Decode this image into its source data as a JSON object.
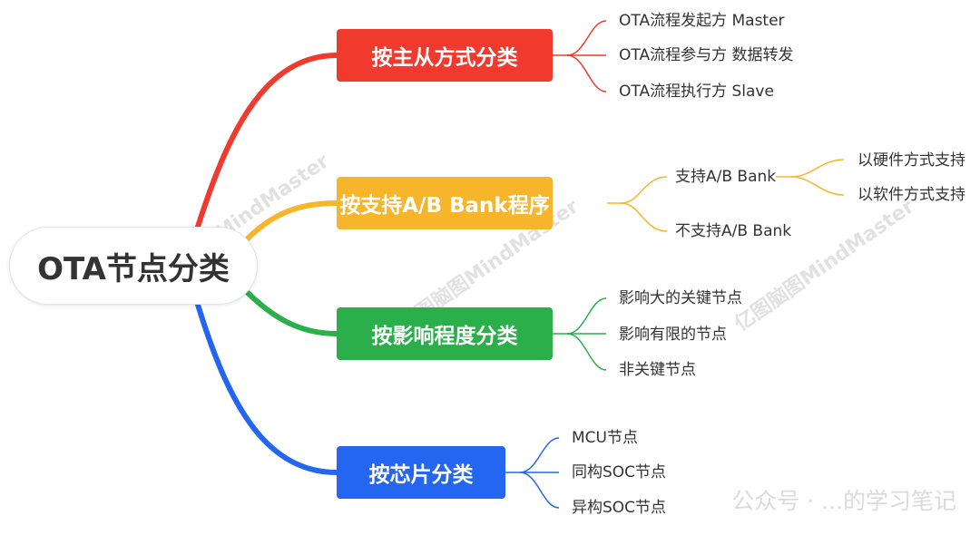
{
  "root": {
    "label": "OTA节点分类"
  },
  "colors": {
    "master_slave": "#f03a2e",
    "ab_bank": "#f7b52b",
    "impact": "#2aaf4a",
    "chip": "#2466f0",
    "sub_ab": "#f7b52b"
  },
  "branches": [
    {
      "label": "按主从方式分类",
      "children": [
        "OTA流程发起方 Master",
        "OTA流程参与方 数据转发",
        "OTA流程执行方 Slave"
      ]
    },
    {
      "label": "按支持A/B Bank程序",
      "children": [
        {
          "label": "支持A/B Bank",
          "children": [
            "以硬件方式支持",
            "以软件方式支持"
          ]
        },
        {
          "label": "不支持A/B Bank"
        }
      ]
    },
    {
      "label": "按影响程度分类",
      "children": [
        "影响大的关键节点",
        "影响有限的节点",
        "非关键节点"
      ]
    },
    {
      "label": "按芯片分类",
      "children": [
        "MCU节点",
        "同构SOC节点",
        "异构SOC节点"
      ]
    }
  ],
  "watermark": {
    "brand": "亿图脑图MindMaster",
    "footer": "公众号 · ...的学习笔记"
  }
}
